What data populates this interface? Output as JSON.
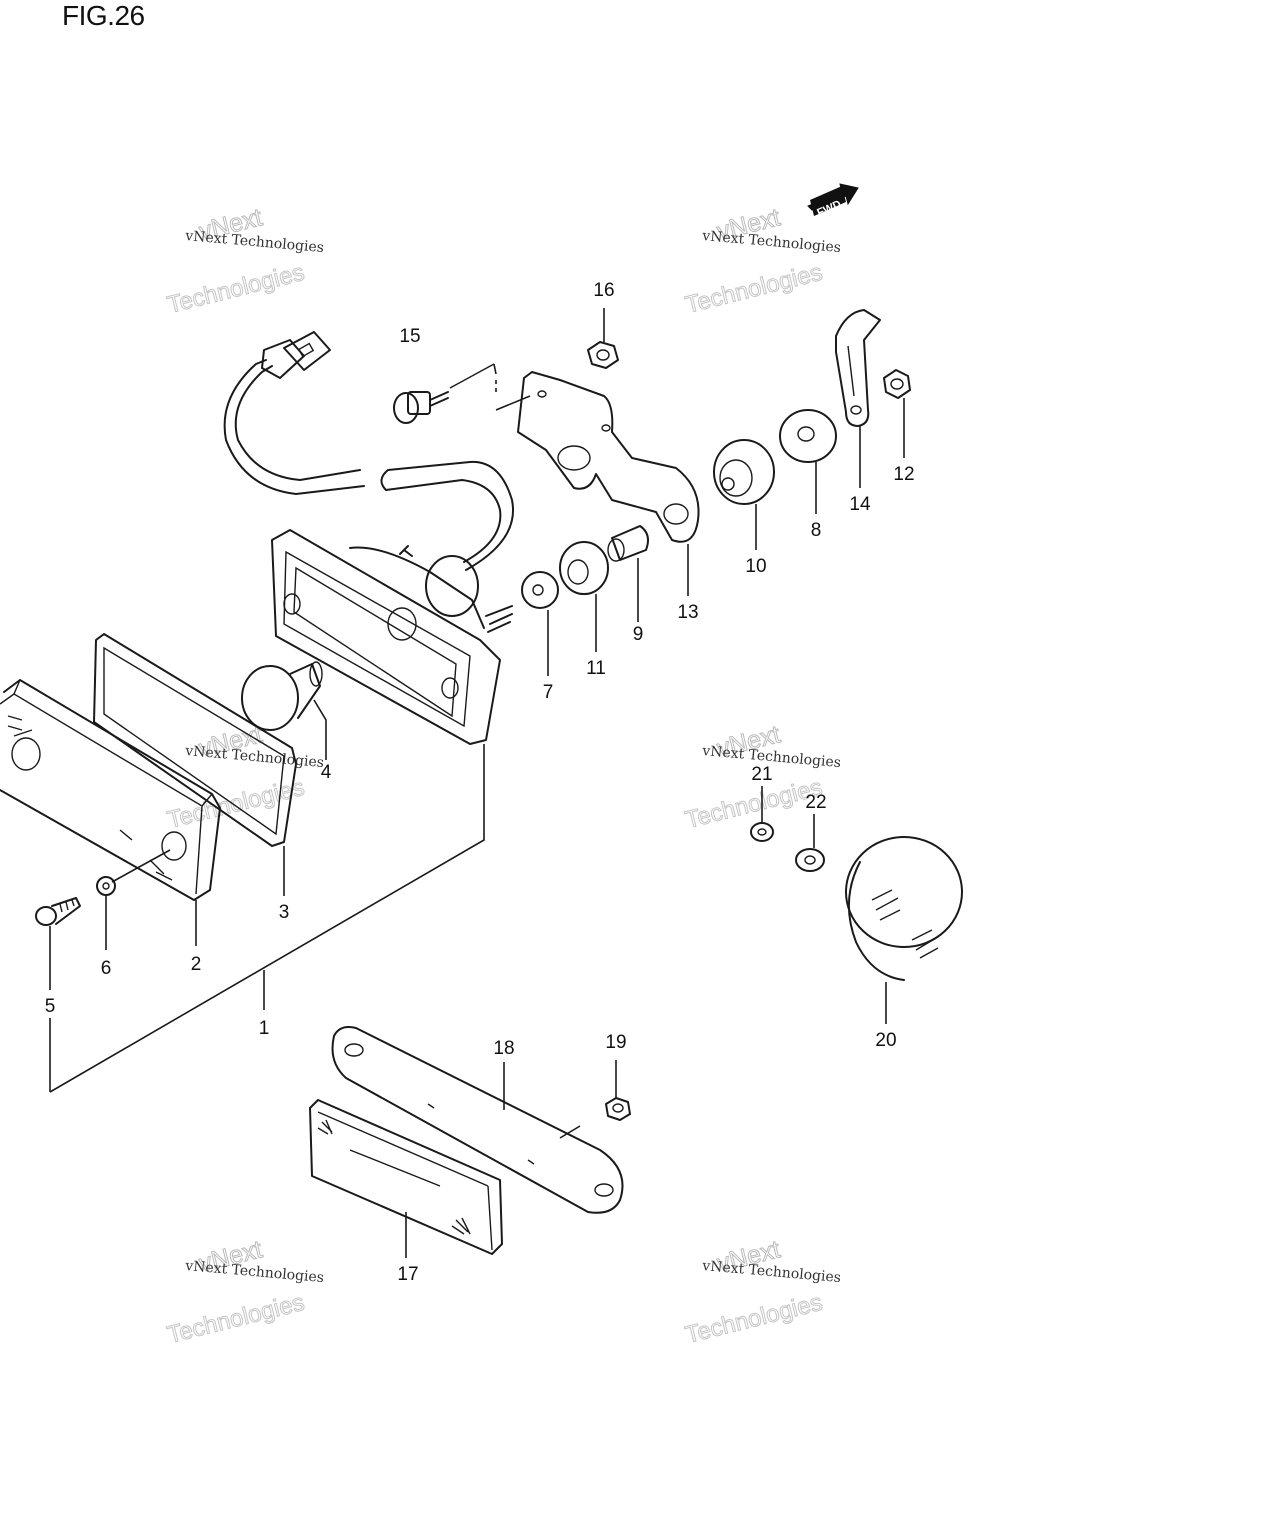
{
  "figure": {
    "title": "FIG.26"
  },
  "fwd_label": "FWD",
  "watermarks": [
    {
      "line1": "vNext Technologies",
      "line2": "vNext",
      "line3": "Technologies"
    },
    {
      "line1": "vNext Technologies",
      "line2": "vNext",
      "line3": "Technologies"
    },
    {
      "line1": "vNext Technologies",
      "line2": "vNext",
      "line3": "Technologies"
    },
    {
      "line1": "vNext Technologies",
      "line2": "vNext",
      "line3": "Technologies"
    },
    {
      "line1": "vNext Technologies",
      "line2": "vNext",
      "line3": "Technologies"
    },
    {
      "line1": "vNext Technologies",
      "line2": "vNext",
      "line3": "Technologies"
    }
  ],
  "callouts": [
    {
      "label": "1"
    },
    {
      "label": "2"
    },
    {
      "label": "3"
    },
    {
      "label": "4"
    },
    {
      "label": "5"
    },
    {
      "label": "6"
    },
    {
      "label": "7"
    },
    {
      "label": "8"
    },
    {
      "label": "9"
    },
    {
      "label": "10"
    },
    {
      "label": "11"
    },
    {
      "label": "12"
    },
    {
      "label": "13"
    },
    {
      "label": "14"
    },
    {
      "label": "15"
    },
    {
      "label": "16"
    },
    {
      "label": "17"
    },
    {
      "label": "18"
    },
    {
      "label": "19"
    },
    {
      "label": "20"
    },
    {
      "label": "21"
    },
    {
      "label": "22"
    }
  ]
}
